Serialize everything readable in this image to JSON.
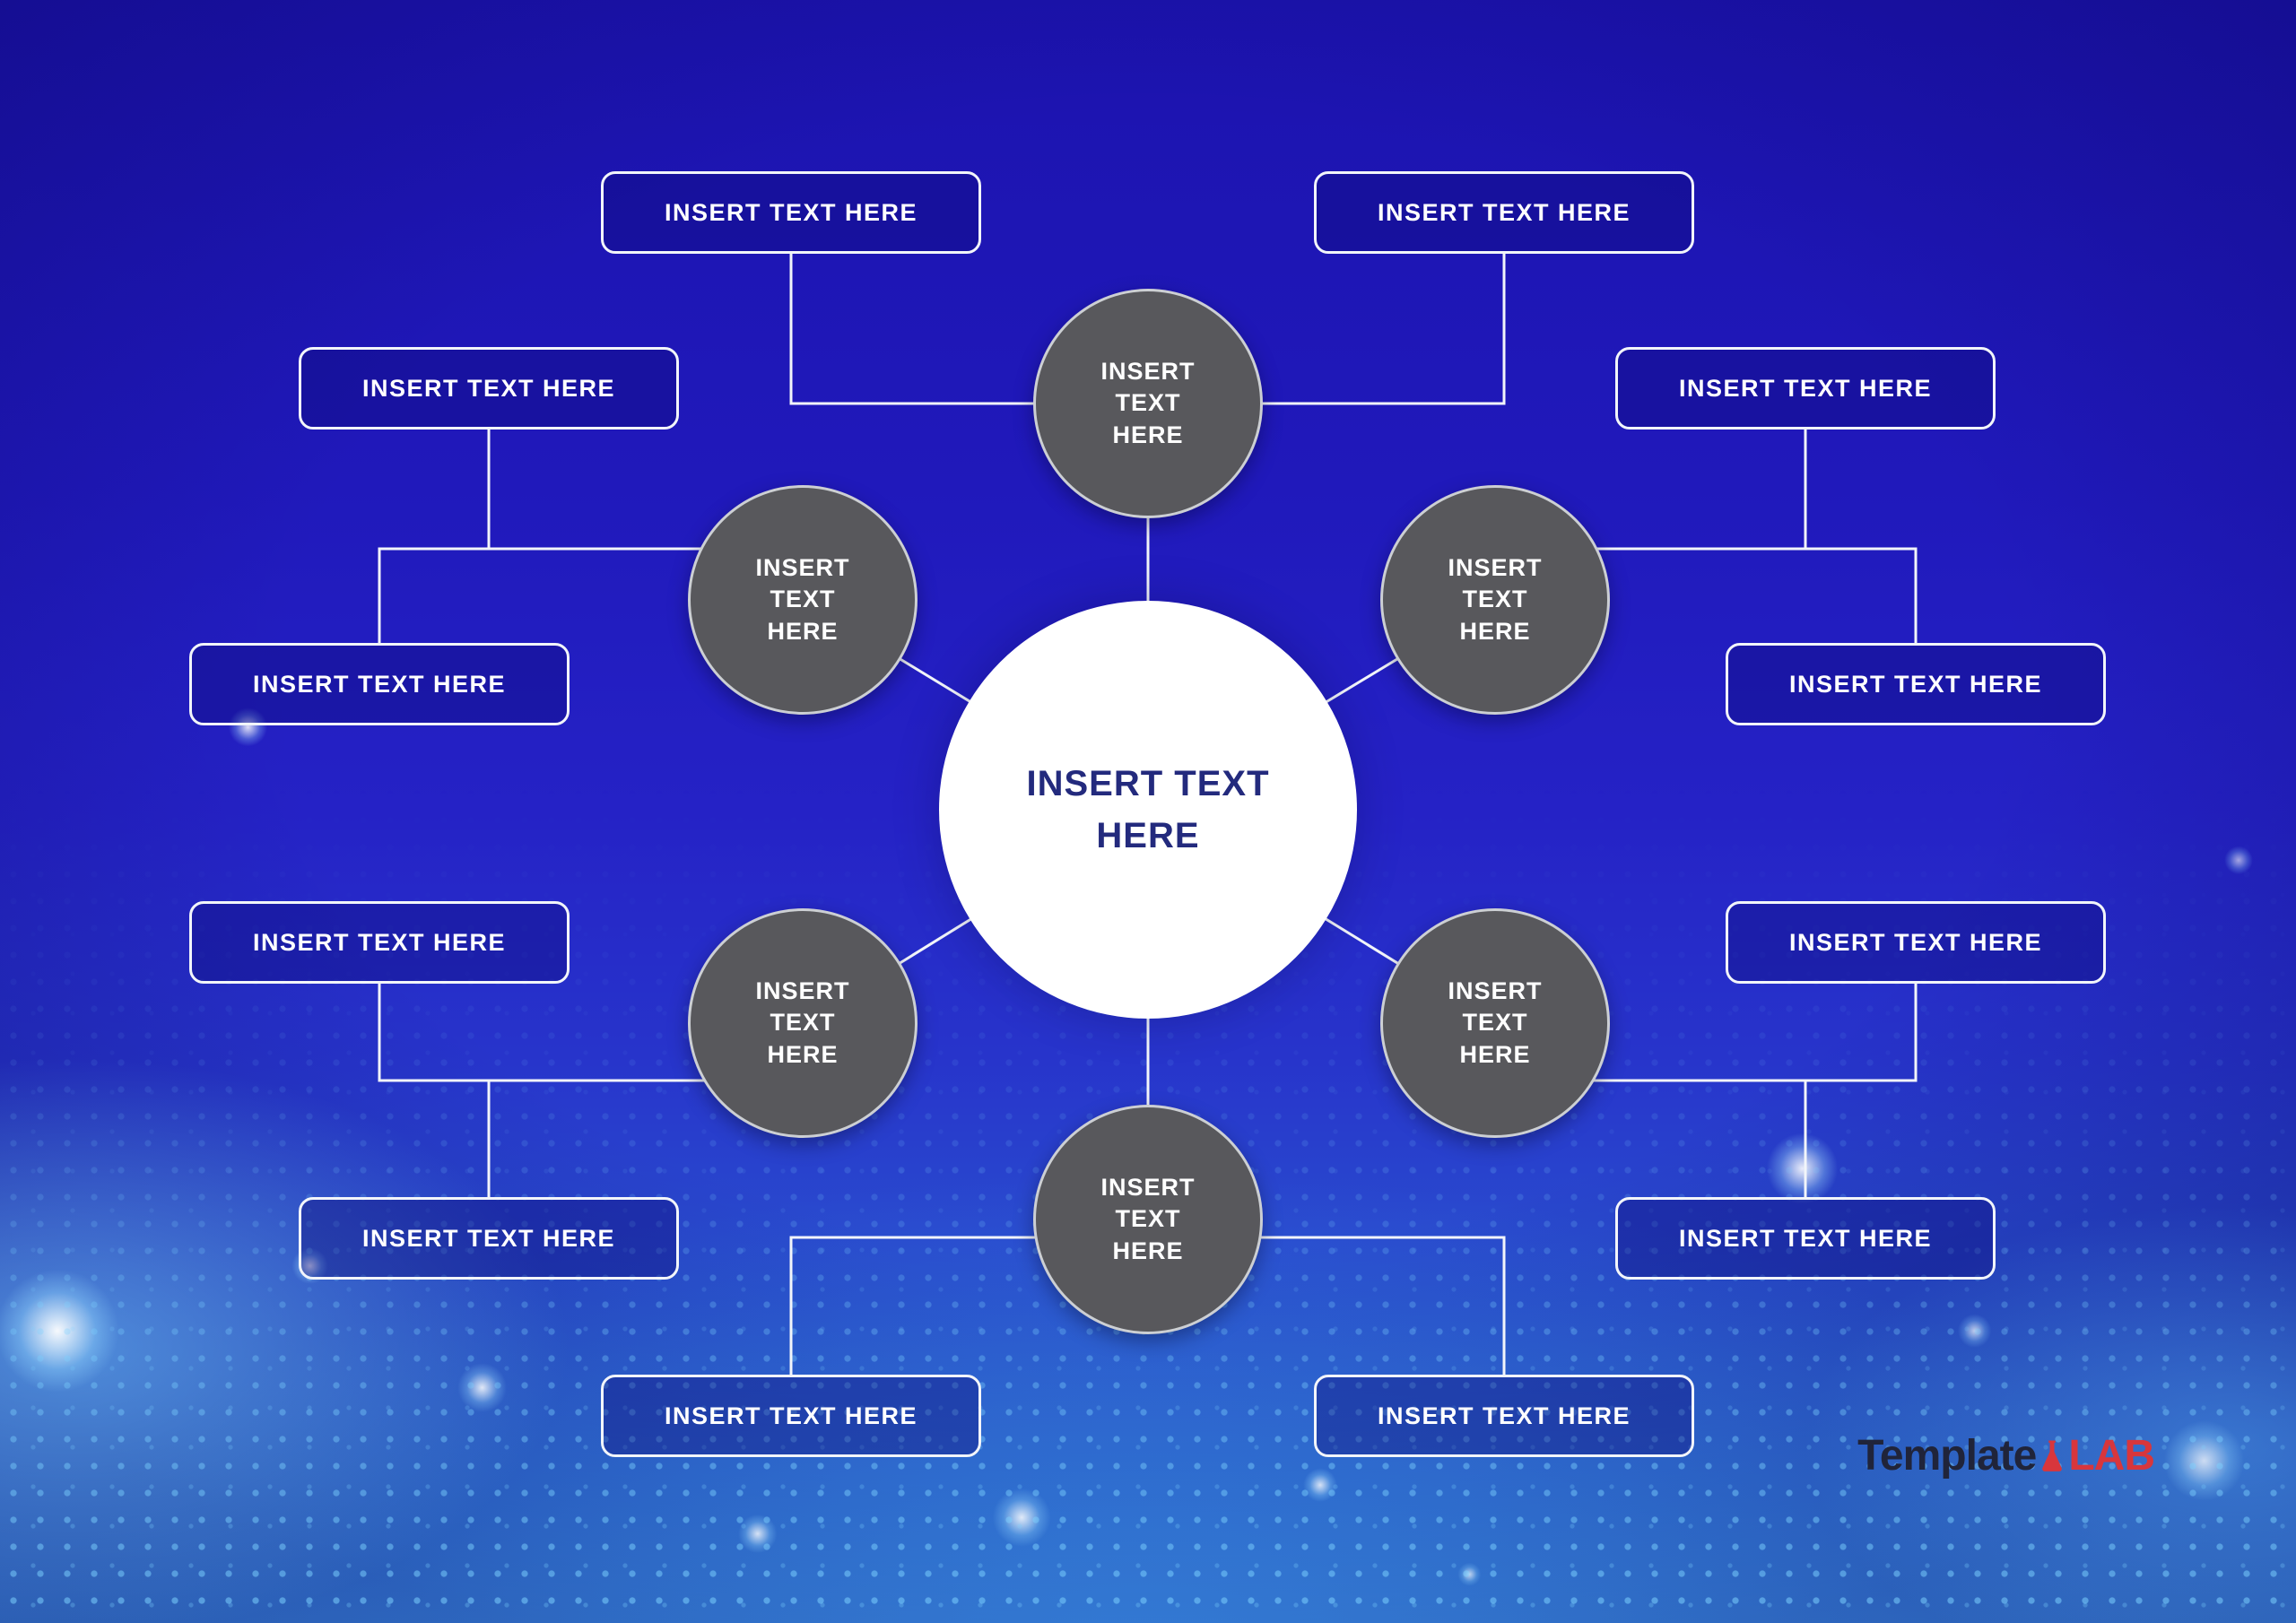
{
  "center": {
    "label": "INSERT TEXT HERE"
  },
  "circles": [
    {
      "id": "top",
      "label": "INSERT TEXT HERE"
    },
    {
      "id": "upper-left",
      "label": "INSERT TEXT HERE"
    },
    {
      "id": "upper-right",
      "label": "INSERT TEXT HERE"
    },
    {
      "id": "lower-left",
      "label": "INSERT TEXT HERE"
    },
    {
      "id": "lower-right",
      "label": "INSERT TEXT HERE"
    },
    {
      "id": "bottom",
      "label": "INSERT TEXT HERE"
    }
  ],
  "boxes": [
    {
      "id": "top-left",
      "label": "INSERT TEXT HERE"
    },
    {
      "id": "top-right",
      "label": "INSERT TEXT HERE"
    },
    {
      "id": "upper-left-a",
      "label": "INSERT TEXT HERE"
    },
    {
      "id": "upper-left-b",
      "label": "INSERT TEXT HERE"
    },
    {
      "id": "upper-right-a",
      "label": "INSERT TEXT HERE"
    },
    {
      "id": "upper-right-b",
      "label": "INSERT TEXT HERE"
    },
    {
      "id": "lower-left-a",
      "label": "INSERT TEXT HERE"
    },
    {
      "id": "lower-left-b",
      "label": "INSERT TEXT HERE"
    },
    {
      "id": "lower-right-a",
      "label": "INSERT TEXT HERE"
    },
    {
      "id": "lower-right-b",
      "label": "INSERT TEXT HERE"
    },
    {
      "id": "bottom-left",
      "label": "INSERT TEXT HERE"
    },
    {
      "id": "bottom-right",
      "label": "INSERT TEXT HERE"
    }
  ],
  "logo": {
    "part1": "Template",
    "part2": "LAB"
  },
  "colors": {
    "connector": "#f2f5fa",
    "box_border": "#f2f5fa",
    "box_text": "#ffffff",
    "circle_fill": "#58585c",
    "circle_text": "#ffffff",
    "center_fill": "#ffffff",
    "center_text": "#232a7d",
    "logo_dark": "#20243a",
    "logo_red": "#d8363c"
  }
}
